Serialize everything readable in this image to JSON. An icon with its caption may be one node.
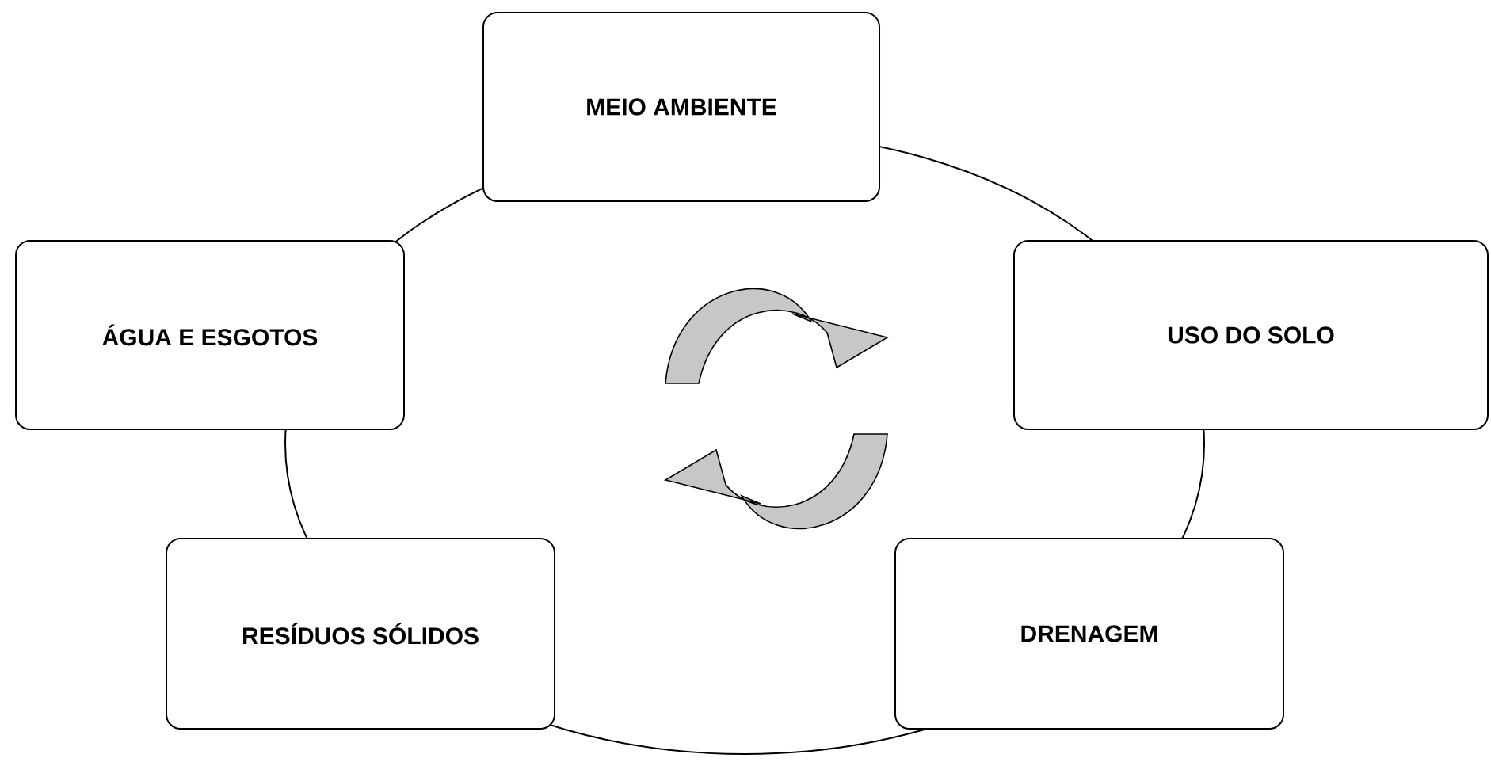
{
  "diagram": {
    "nodes": [
      {
        "text": [
          "MEIO AMBIENTE"
        ]
      },
      {
        "text": [
          "ÁGUA E ESGOTOS"
        ]
      },
      {
        "text": [
          "USO DO SOLO"
        ]
      },
      {
        "text": [
          "RESÍDUOS SÓLIDOS"
        ]
      },
      {
        "text": [
          "DRENAGEM"
        ]
      }
    ]
  }
}
